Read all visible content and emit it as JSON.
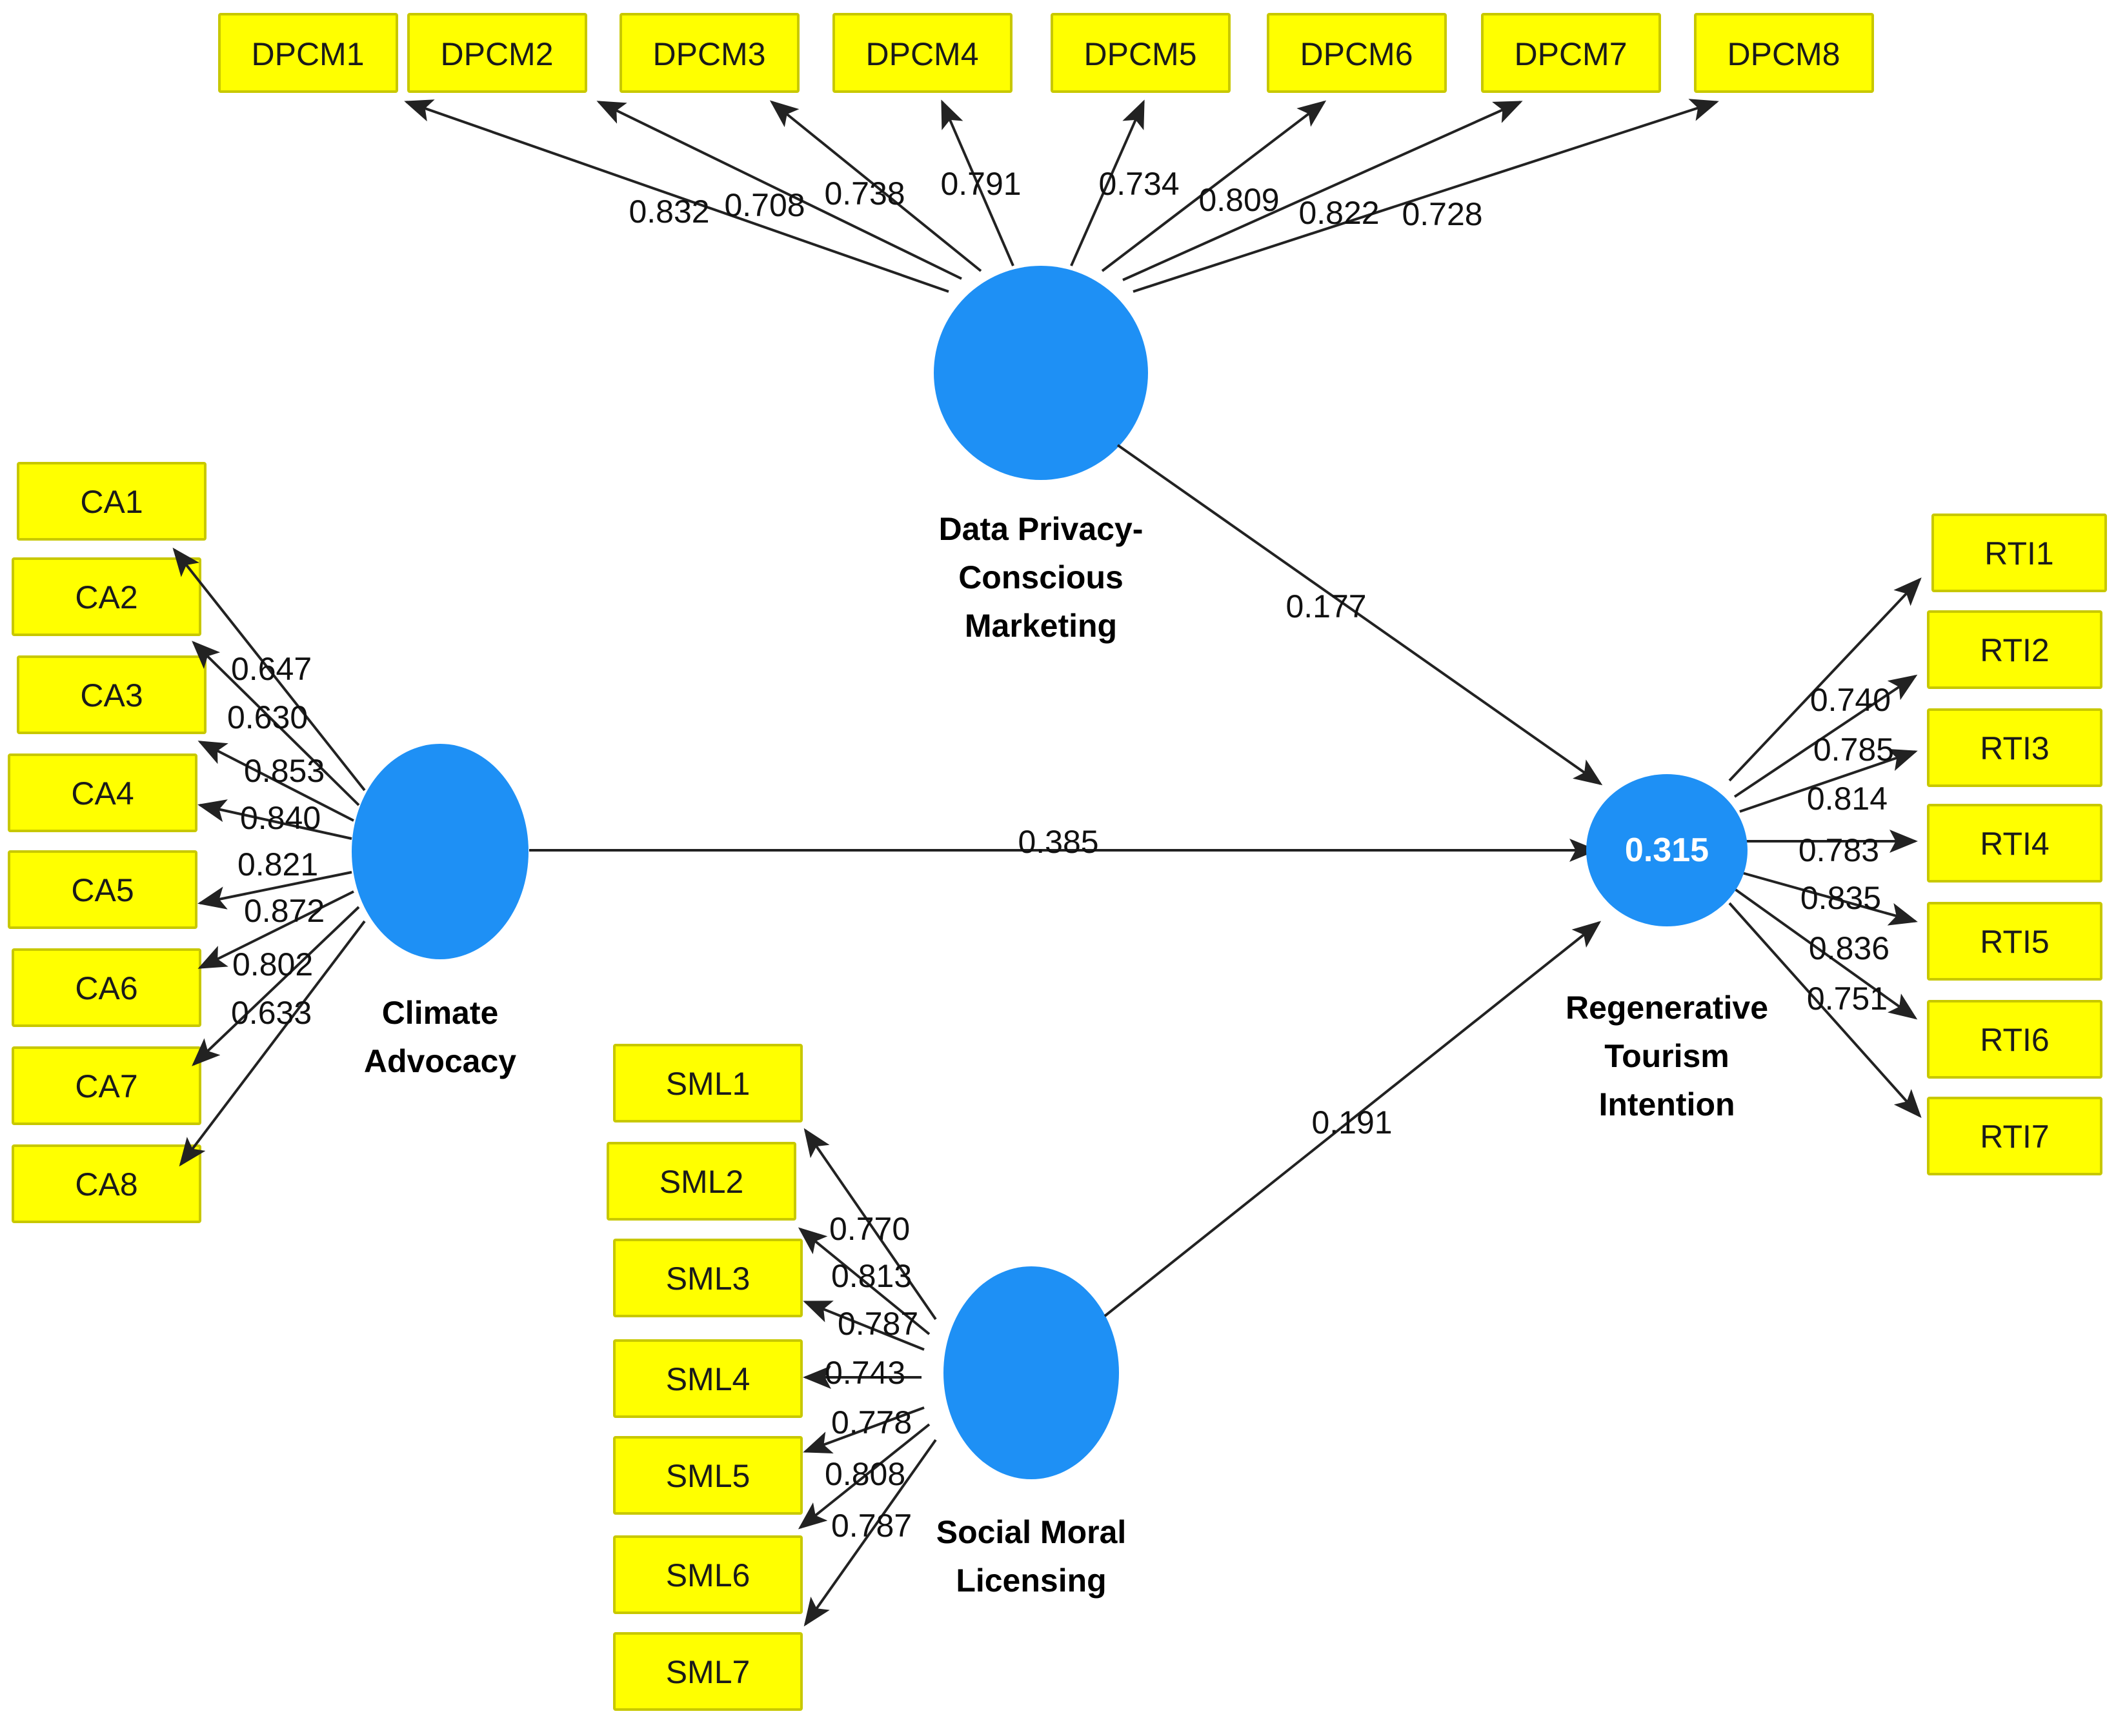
{
  "chart_data": {
    "type": "diagram",
    "title": "PLS-SEM structural model path diagram",
    "diagram_kind": "sem-path-diagram",
    "colors": {
      "indicator_fill": "#ffff00",
      "indicator_border": "#c8c800",
      "latent_fill": "#1e90f5",
      "edge": "#222222",
      "r2_text": "#ffffff"
    },
    "latent_variables": [
      {
        "id": "DPCM",
        "label": "Data Privacy-\nConscious\nMarketing",
        "label_lines": [
          "Data Privacy-",
          "Conscious",
          "Marketing"
        ],
        "shape": "circle",
        "r2": null
      },
      {
        "id": "CA",
        "label": "Climate Advocacy",
        "label_lines": [
          "Climate",
          "Advocacy"
        ],
        "shape": "ellipse",
        "r2": null
      },
      {
        "id": "SML",
        "label": "Social Moral Licensing",
        "label_lines": [
          "Social Moral",
          "Licensing"
        ],
        "shape": "ellipse",
        "r2": null
      },
      {
        "id": "RTI",
        "label": "Regenerative Tourism Intention",
        "label_lines": [
          "Regenerative",
          "Tourism",
          "Intention"
        ],
        "shape": "ellipse",
        "r2": "0.315"
      }
    ],
    "measurement_model": [
      {
        "construct": "DPCM",
        "indicators": [
          "DPCM1",
          "DPCM2",
          "DPCM3",
          "DPCM4",
          "DPCM5",
          "DPCM6",
          "DPCM7",
          "DPCM8"
        ],
        "loadings": [
          "0.832",
          "0.708",
          "0.738",
          "0.791",
          "0.734",
          "0.809",
          "0.822",
          "0.728"
        ]
      },
      {
        "construct": "CA",
        "indicators": [
          "CA1",
          "CA2",
          "CA3",
          "CA4",
          "CA5",
          "CA6",
          "CA7",
          "CA8"
        ],
        "loadings": [
          "0.647",
          "0.630",
          "0.853",
          "0.840",
          "0.821",
          "0.872",
          "0.802",
          "0.633"
        ]
      },
      {
        "construct": "SML",
        "indicators": [
          "SML1",
          "SML2",
          "SML3",
          "SML4",
          "SML5",
          "SML6",
          "SML7"
        ],
        "loadings": [
          "0.770",
          "0.813",
          "0.787",
          "0.743",
          "0.778",
          "0.808",
          "0.787"
        ]
      },
      {
        "construct": "RTI",
        "indicators": [
          "RTI1",
          "RTI2",
          "RTI3",
          "RTI4",
          "RTI5",
          "RTI6",
          "RTI7"
        ],
        "loadings": [
          "0.740",
          "0.785",
          "0.814",
          "0.783",
          "0.835",
          "0.836",
          "0.751"
        ]
      }
    ],
    "structural_model": [
      {
        "from": "DPCM",
        "to": "RTI",
        "coefficient": "0.177"
      },
      {
        "from": "CA",
        "to": "RTI",
        "coefficient": "0.385"
      },
      {
        "from": "SML",
        "to": "RTI",
        "coefficient": "0.191"
      }
    ]
  },
  "indicators": {
    "dpcm": [
      {
        "label": "DPCM1"
      },
      {
        "label": "DPCM2"
      },
      {
        "label": "DPCM3"
      },
      {
        "label": "DPCM4"
      },
      {
        "label": "DPCM5"
      },
      {
        "label": "DPCM6"
      },
      {
        "label": "DPCM7"
      },
      {
        "label": "DPCM8"
      }
    ],
    "ca": [
      {
        "label": "CA1"
      },
      {
        "label": "CA2"
      },
      {
        "label": "CA3"
      },
      {
        "label": "CA4"
      },
      {
        "label": "CA5"
      },
      {
        "label": "CA6"
      },
      {
        "label": "CA7"
      },
      {
        "label": "CA8"
      }
    ],
    "sml": [
      {
        "label": "SML1"
      },
      {
        "label": "SML2"
      },
      {
        "label": "SML3"
      },
      {
        "label": "SML4"
      },
      {
        "label": "SML5"
      },
      {
        "label": "SML6"
      },
      {
        "label": "SML7"
      }
    ],
    "rti": [
      {
        "label": "RTI1"
      },
      {
        "label": "RTI2"
      },
      {
        "label": "RTI3"
      },
      {
        "label": "RTI4"
      },
      {
        "label": "RTI5"
      },
      {
        "label": "RTI6"
      },
      {
        "label": "RTI7"
      }
    ]
  },
  "loadings": {
    "dpcm": [
      "0.832",
      "0.708",
      "0.738",
      "0.791",
      "0.734",
      "0.809",
      "0.822",
      "0.728"
    ],
    "ca": [
      "0.647",
      "0.630",
      "0.853",
      "0.840",
      "0.821",
      "0.872",
      "0.802",
      "0.633"
    ],
    "sml": [
      "0.770",
      "0.813",
      "0.787",
      "0.743",
      "0.778",
      "0.808",
      "0.787"
    ],
    "rti": [
      "0.740",
      "0.785",
      "0.814",
      "0.783",
      "0.835",
      "0.836",
      "0.751"
    ]
  },
  "latents": {
    "dpcm": {
      "line1": "Data Privacy-",
      "line2": "Conscious",
      "line3": "Marketing"
    },
    "ca": {
      "line1": "Climate",
      "line2": "Advocacy"
    },
    "sml": {
      "line1": "Social Moral",
      "line2": "Licensing"
    },
    "rti": {
      "line1": "Regenerative",
      "line2": "Tourism",
      "line3": "Intention",
      "r2": "0.315"
    }
  },
  "paths": {
    "dpcm_rti": "0.177",
    "ca_rti": "0.385",
    "sml_rti": "0.191"
  }
}
